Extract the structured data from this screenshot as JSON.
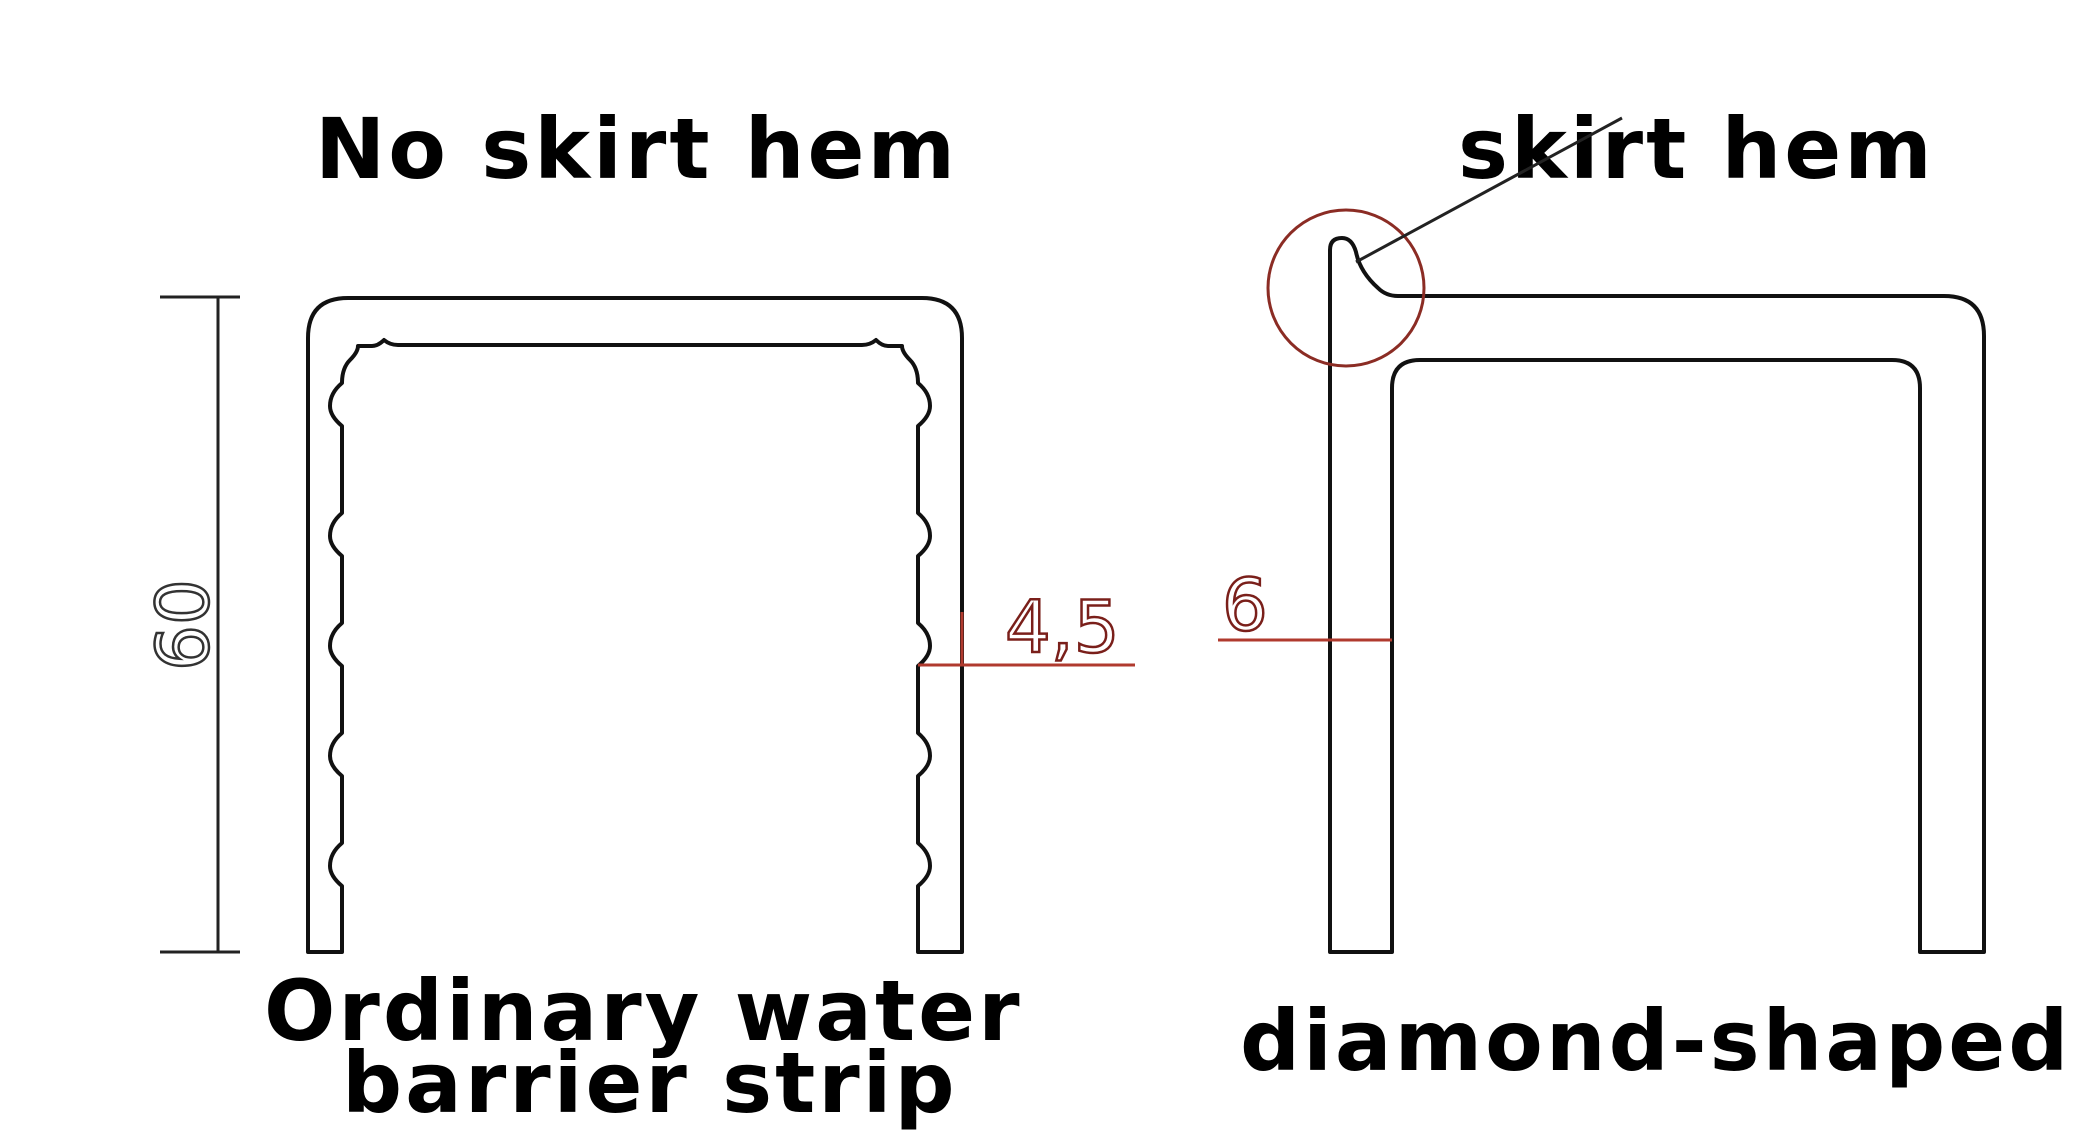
{
  "labels": {
    "left_title": "No skirt hem",
    "right_title": "skirt hem",
    "left_caption_line1": "Ordinary water",
    "left_caption_line2": "barrier strip",
    "right_caption": "diamond-shaped"
  },
  "dimensions": {
    "height": "60",
    "left_thickness": "4,5",
    "right_thickness": "6"
  },
  "colors": {
    "outline": "#111111",
    "dimension_red": "#c0392b",
    "dimension_text_red": "#7a1f1a",
    "text": "#000000"
  }
}
